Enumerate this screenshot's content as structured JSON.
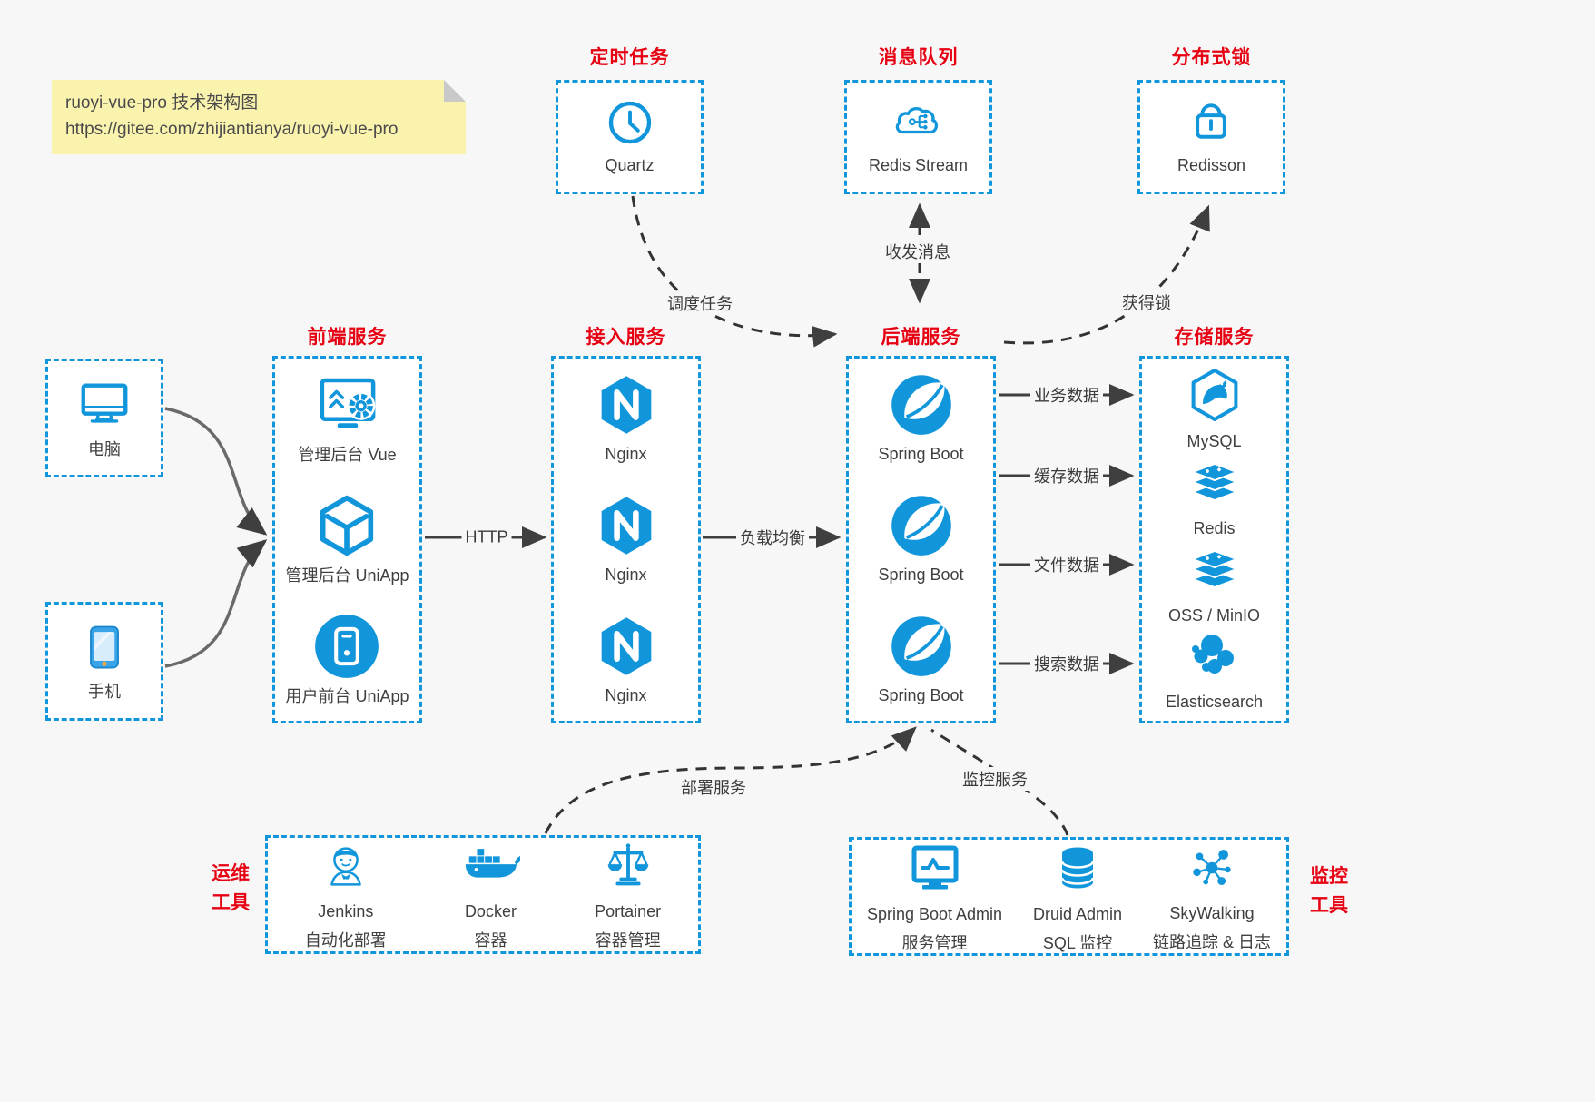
{
  "note": {
    "line1": "ruoyi-vue-pro 技术架构图",
    "line2": "https://gitee.com/zhijiantianya/ruoyi-vue-pro"
  },
  "colors": {
    "accent_blue": "#1296db",
    "title_red": "#e60012",
    "canvas_bg": "#f7f7f7",
    "box_bg": "#ffffff",
    "note_bg": "#faf3ae",
    "label_gray": "#404040"
  },
  "top_sections": [
    {
      "title": "定时任务",
      "item": {
        "label": "Quartz",
        "icon": "clock-icon"
      }
    },
    {
      "title": "消息队列",
      "item": {
        "label": "Redis Stream",
        "icon": "cloud-network-icon"
      }
    },
    {
      "title": "分布式锁",
      "item": {
        "label": "Redisson",
        "icon": "lock-icon"
      }
    }
  ],
  "clients": [
    {
      "label": "电脑",
      "icon": "desktop-icon"
    },
    {
      "label": "手机",
      "icon": "smartphone-icon"
    }
  ],
  "columns": [
    {
      "title": "前端服务",
      "items": [
        {
          "label": "管理后台 Vue",
          "icon": "admin-vue-icon"
        },
        {
          "label": "管理后台 UniApp",
          "icon": "uniapp-cube-icon"
        },
        {
          "label": "用户前台 UniApp",
          "icon": "mobile-app-icon"
        }
      ]
    },
    {
      "title": "接入服务",
      "items": [
        {
          "label": "Nginx",
          "icon": "nginx-icon"
        },
        {
          "label": "Nginx",
          "icon": "nginx-icon"
        },
        {
          "label": "Nginx",
          "icon": "nginx-icon"
        }
      ]
    },
    {
      "title": "后端服务",
      "items": [
        {
          "label": "Spring Boot",
          "icon": "spring-icon"
        },
        {
          "label": "Spring Boot",
          "icon": "spring-icon"
        },
        {
          "label": "Spring Boot",
          "icon": "spring-icon"
        }
      ]
    },
    {
      "title": "存储服务",
      "items": [
        {
          "label": "MySQL",
          "icon": "mysql-icon"
        },
        {
          "label": "Redis",
          "icon": "redis-stack-icon"
        },
        {
          "label": "OSS / MinIO",
          "icon": "storage-stack-icon"
        },
        {
          "label": "Elasticsearch",
          "icon": "elasticsearch-icon"
        }
      ]
    }
  ],
  "tool_sections": [
    {
      "title_line1": "运维",
      "title_line2": "工具",
      "items": [
        {
          "name": "Jenkins",
          "desc": "自动化部署",
          "icon": "jenkins-icon"
        },
        {
          "name": "Docker",
          "desc": "容器",
          "icon": "docker-whale-icon"
        },
        {
          "name": "Portainer",
          "desc": "容器管理",
          "icon": "scales-icon"
        }
      ]
    },
    {
      "title_line1": "监控",
      "title_line2": "工具",
      "items": [
        {
          "name": "Spring Boot Admin",
          "desc": "服务管理",
          "icon": "monitor-pulse-icon"
        },
        {
          "name": "Druid Admin",
          "desc": "SQL 监控",
          "icon": "database-icon"
        },
        {
          "name": "SkyWalking",
          "desc": "链路追踪 & 日志",
          "icon": "network-hub-icon"
        }
      ]
    }
  ],
  "edges": {
    "http": "HTTP",
    "load_balance": "负载均衡",
    "schedule_task": "调度任务",
    "send_receive_message": "收发消息",
    "acquire_lock": "获得锁",
    "business_data": "业务数据",
    "cache_data": "缓存数据",
    "file_data": "文件数据",
    "search_data": "搜索数据",
    "deploy_service": "部署服务",
    "monitor_service": "监控服务"
  }
}
